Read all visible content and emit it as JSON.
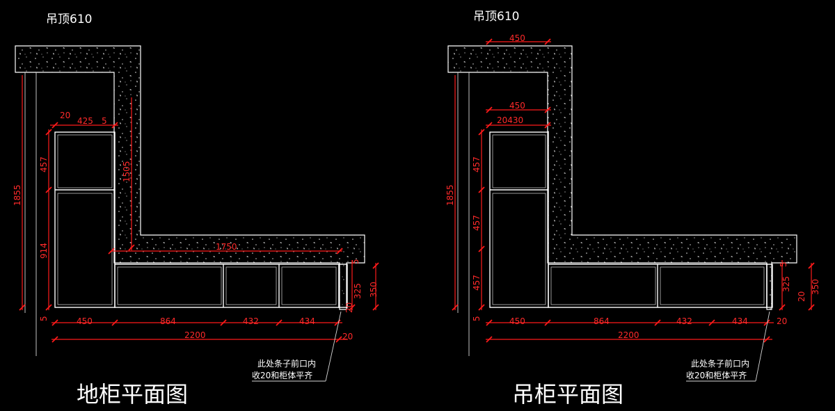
{
  "colors": {
    "background": "#000000",
    "outline": "#ffffff",
    "dimension": "#ff2a2a"
  },
  "left_plan": {
    "top_label": "吊顶610",
    "title": "地柜平面图",
    "note_line1": "此处条子前口内",
    "note_line2": "收20和柜体平齐",
    "dims": {
      "d20_top": "20",
      "d425": "425",
      "d5_top": "5",
      "d457": "457",
      "d914": "914",
      "d1855": "1855",
      "d1505": "1505",
      "d1750": "1750",
      "d5_left": "5",
      "d450": "450",
      "d864": "864",
      "d432": "432",
      "d434": "434",
      "d2200": "2200",
      "d20_bottom": "20",
      "d325": "325",
      "d350": "350",
      "d20_side": "20",
      "d5_side": "5"
    }
  },
  "right_plan": {
    "top_label": "吊顶610",
    "title": "吊柜平面图",
    "note_line1": "此处条子前口内",
    "note_line2": "收20和柜体平齐",
    "dims": {
      "d450_top": "450",
      "d450_mid": "450",
      "d20_430": "20430",
      "d457_a": "457",
      "d457_b": "457",
      "d457_c": "457",
      "d1855": "1855",
      "d5_left": "5",
      "d450": "450",
      "d864": "864",
      "d432": "432",
      "d434": "434",
      "d20_right": "20",
      "d2200": "2200",
      "d325": "325",
      "d350": "350",
      "d20_side": "20",
      "d5_side": "5"
    }
  }
}
